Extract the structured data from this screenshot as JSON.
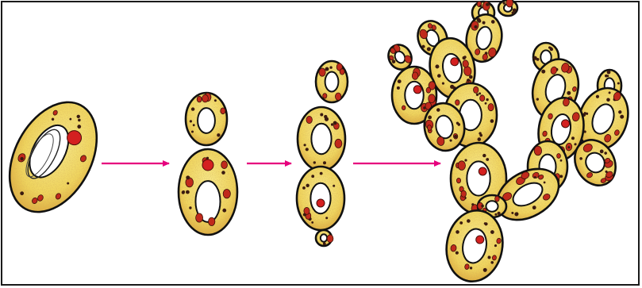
{
  "diagram": {
    "stages": [
      {
        "id": "single-cell",
        "cells": 1
      },
      {
        "id": "budding-cell",
        "cells": 2
      },
      {
        "id": "cell-chain",
        "cells": 4
      },
      {
        "id": "branched-colony",
        "cells": 20
      }
    ],
    "arrow_color": "#e6007e",
    "cell_fill": "#f2dc6a",
    "cell_outline": "#111111",
    "speckle_color": "#a8641c",
    "vacuole_fill": "#ffffff",
    "nucleus_color": "#d42020",
    "granule_colors": [
      "#c02a1c",
      "#3a1a10"
    ]
  }
}
